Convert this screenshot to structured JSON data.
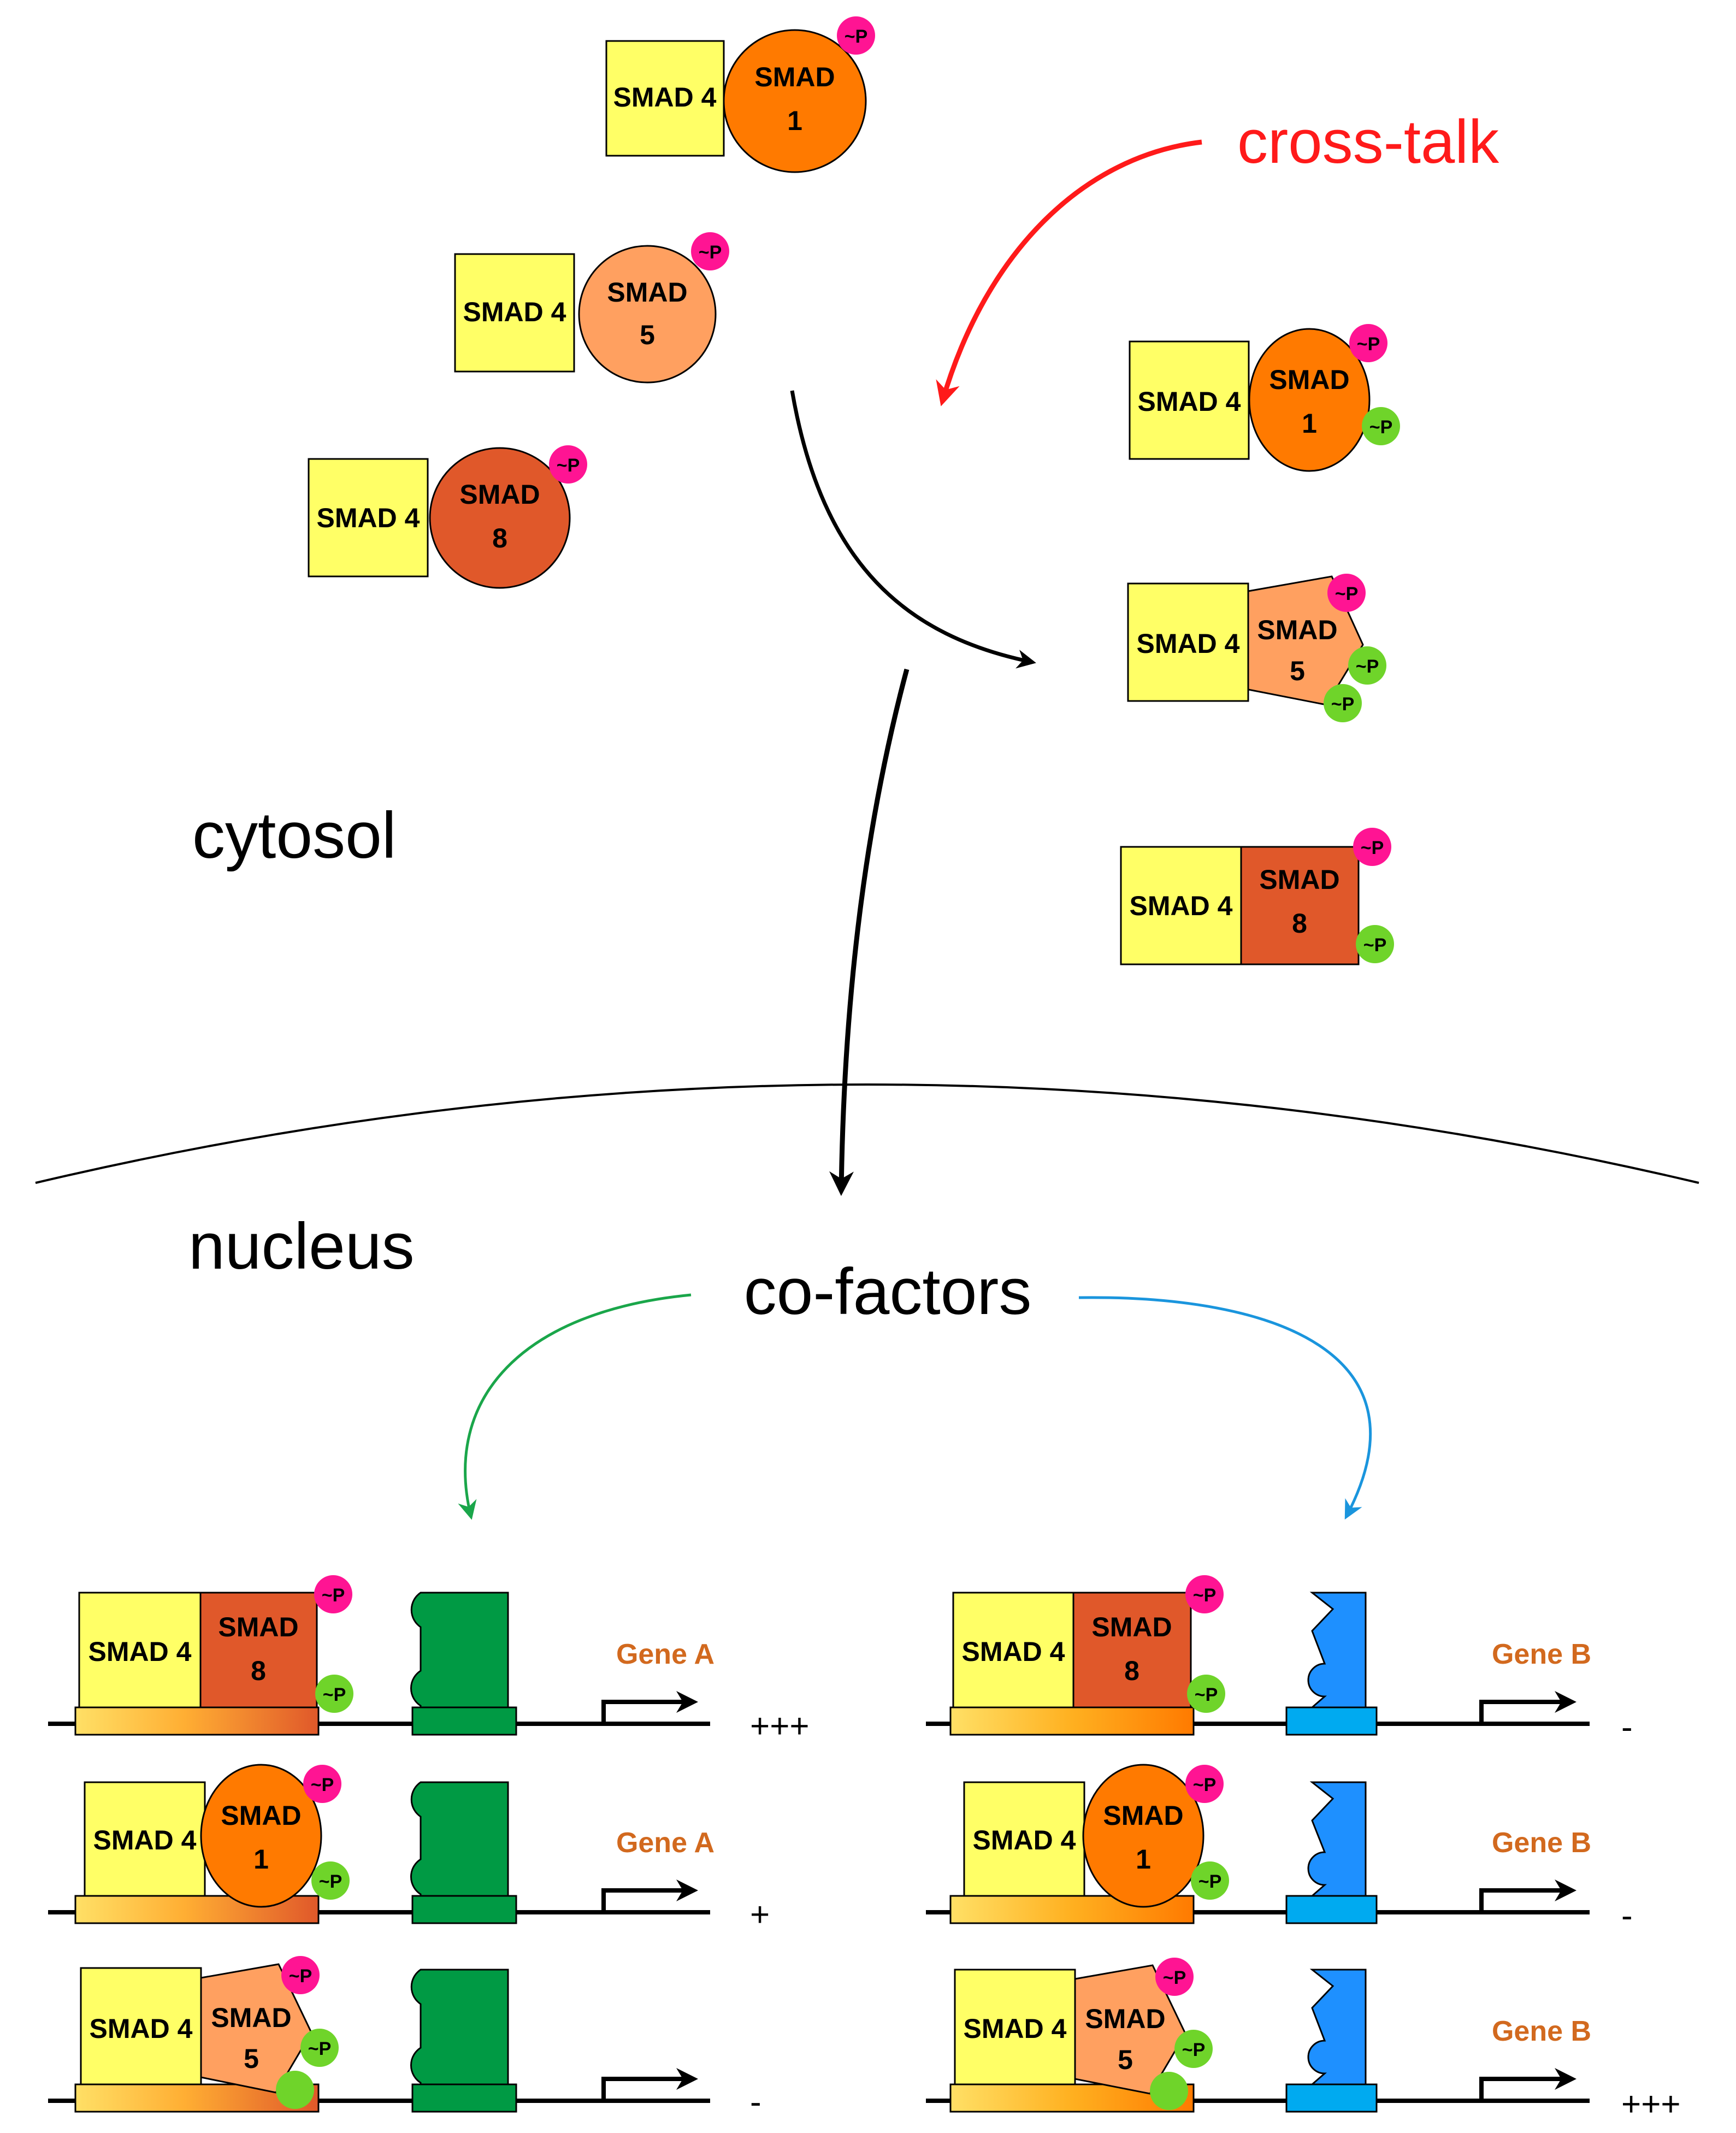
{
  "labels": {
    "cross_talk": "cross-talk",
    "cytosol": "cytosol",
    "nucleus": "nucleus",
    "cofactors": "co-factors",
    "smad4": "SMAD 4",
    "smad": "SMAD",
    "num1": "1",
    "num5": "5",
    "num8": "8",
    "phospho": "~P"
  },
  "genes": {
    "a": "Gene A",
    "b": "Gene B"
  },
  "outputs": {
    "a8": "+++",
    "a1": "+",
    "a5": "-",
    "b8": "-",
    "b1": "-",
    "b5": "+++"
  },
  "colors": {
    "smad4": "#ffff66",
    "smad1": "#ff7a00",
    "smad5": "#ffa060",
    "smad8": "#e0582a",
    "phospho_magenta": "#ff1493",
    "phospho_green": "#6fd42a",
    "cross_talk": "#ff1a1a",
    "cofactor_a": "#009a44",
    "cofactor_b": "#1e90ff",
    "arrow_a": "#1aa64a",
    "arrow_b": "#1a95dd",
    "gene_label": "#d2691e"
  }
}
